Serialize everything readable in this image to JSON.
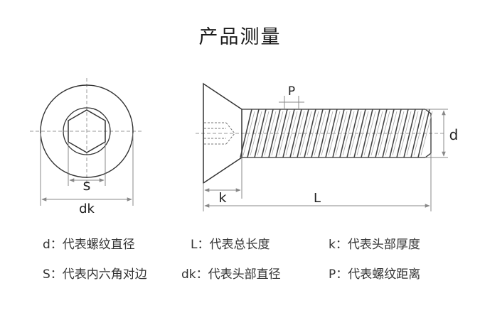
{
  "title": "产品测量",
  "dimension_labels": {
    "s": "s",
    "dk": "dk",
    "p": "P",
    "d": "d",
    "k": "k",
    "L": "L"
  },
  "legend": [
    "d：代表螺纹直径",
    "L：代表总长度",
    "k：代表头部厚度",
    "S：代表内六角对边",
    "dk：代表头部直径",
    "P：代表螺纹距离"
  ],
  "colors": {
    "line": "#333333",
    "dim": "#888888"
  }
}
